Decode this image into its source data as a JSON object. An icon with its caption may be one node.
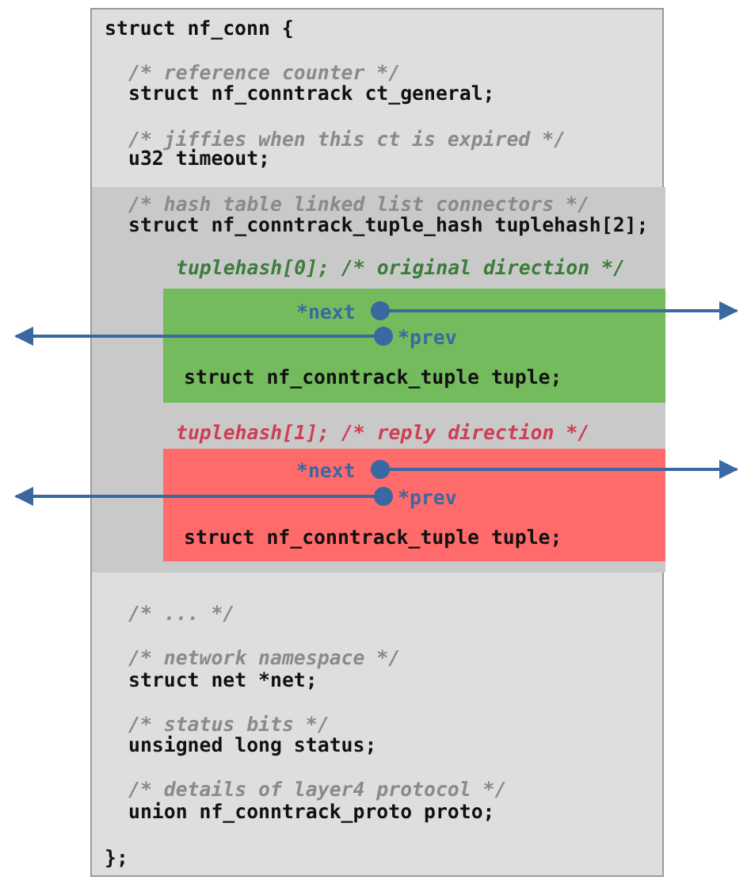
{
  "diagram": {
    "nodes": [
      {
        "text": [
          "struct nf_conn {",
          "/* reference counter */",
          "struct nf_conntrack ct_general;",
          "/* jiffies when this ct is expired */",
          "u32 timeout;",
          "/* ... */",
          "/* network namespace */",
          "struct net *net;",
          "/* status bits */",
          "unsigned long status;",
          "/* details of layer4 protocol */",
          "union nf_conntrack_proto proto;",
          "};"
        ]
      },
      {
        "text": [
          "/* hash table linked list connectors */",
          "struct nf_conntrack_tuple_hash tuplehash[2];"
        ],
        "in": 0
      },
      {
        "text": [
          "tuplehash[0]; /* original direction */",
          "struct nf_conntrack_tuple tuple;"
        ],
        "in": 1
      },
      {
        "text": [
          "*next"
        ],
        "in": 2
      },
      {
        "text": [
          "*prev"
        ],
        "in": 2
      },
      {
        "text": [
          "tuplehash[1]; /* reply direction */",
          "struct nf_conntrack_tuple tuple;"
        ],
        "in": 1
      },
      {
        "text": [
          "*next"
        ],
        "in": 5
      },
      {
        "text": [
          "*prev"
        ],
        "in": 5
      }
    ],
    "edges": [
      {
        "from": 3,
        "to": null,
        "arrow": "to"
      },
      {
        "from": 4,
        "to": null,
        "arrow": "to"
      },
      {
        "from": 6,
        "to": null,
        "arrow": "to"
      },
      {
        "from": 7,
        "to": null,
        "arrow": "to"
      }
    ]
  }
}
